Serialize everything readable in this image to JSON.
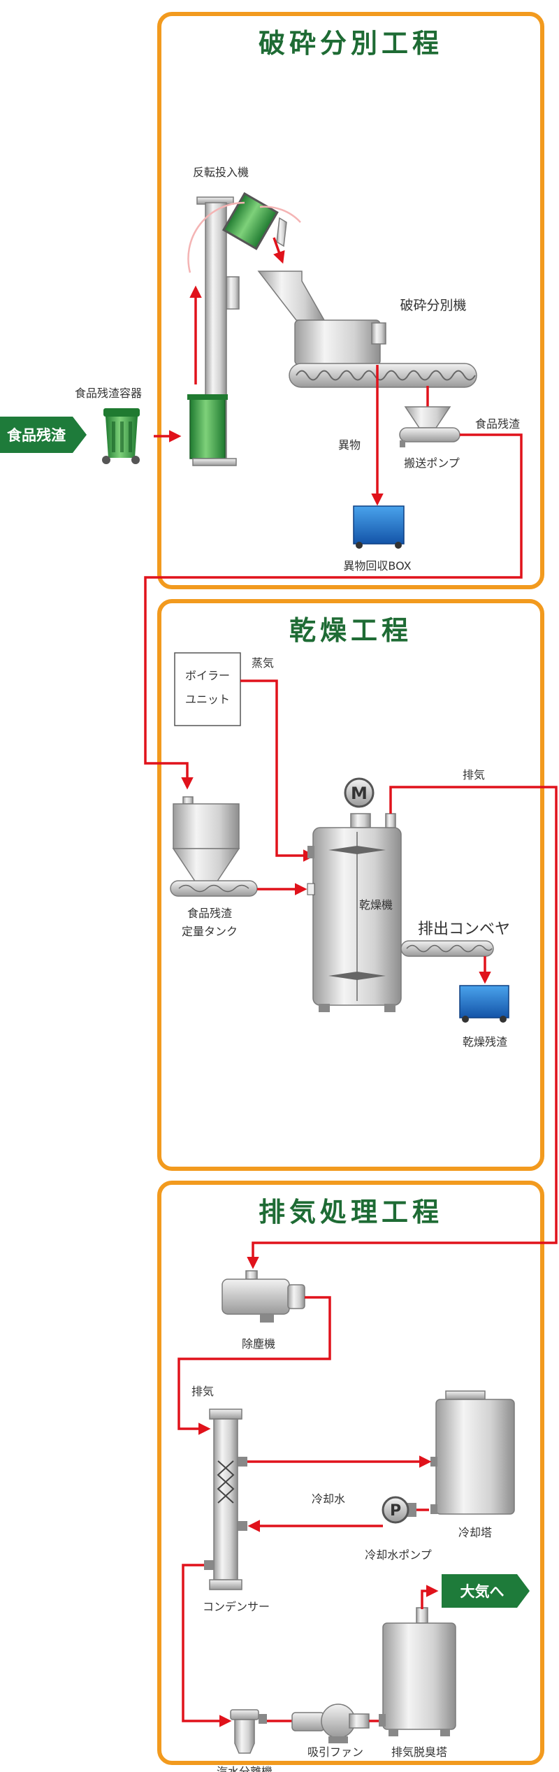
{
  "sections": {
    "crushing": "破砕分別工程",
    "drying": "乾燥工程",
    "exhaust": "排気処理工程"
  },
  "labels": {
    "input_tag": "食品残渣",
    "container": "食品残渣容器",
    "reversing_loader": "反転投入機",
    "crusher": "破砕分別機",
    "foreign_matter": "異物",
    "transfer_pump": "搬送ポンプ",
    "food_residue": "食品残渣",
    "foreign_box": "異物回収BOX",
    "boiler_line1": "ボイラー",
    "boiler_line2": "ユニット",
    "steam": "蒸気",
    "dryer_exhaust": "排気",
    "tank_line1": "食品残渣",
    "tank_line2": "定量タンク",
    "dryer": "乾燥機",
    "discharge_conveyor": "排出コンベヤ",
    "dried_residue": "乾燥残渣",
    "motor_symbol": "M",
    "dust_collector": "除塵機",
    "exhaust2": "排気",
    "cooling_water": "冷却水",
    "pump_symbol": "P",
    "cooling_tower": "冷却塔",
    "cooling_pump": "冷却水ポンプ",
    "to_atmosphere": "大気へ",
    "condenser": "コンデンサー",
    "deodorizer": "排気脱臭塔",
    "suction_fan": "吸引ファン",
    "separator": "汽水分離機"
  },
  "colors": {
    "frame": "#f29a1e",
    "pipe": "#e0121b",
    "tag": "#1e7b3a",
    "title": "#1e6b34",
    "bin": "#2f9a44",
    "box": "#1f6fc4"
  }
}
